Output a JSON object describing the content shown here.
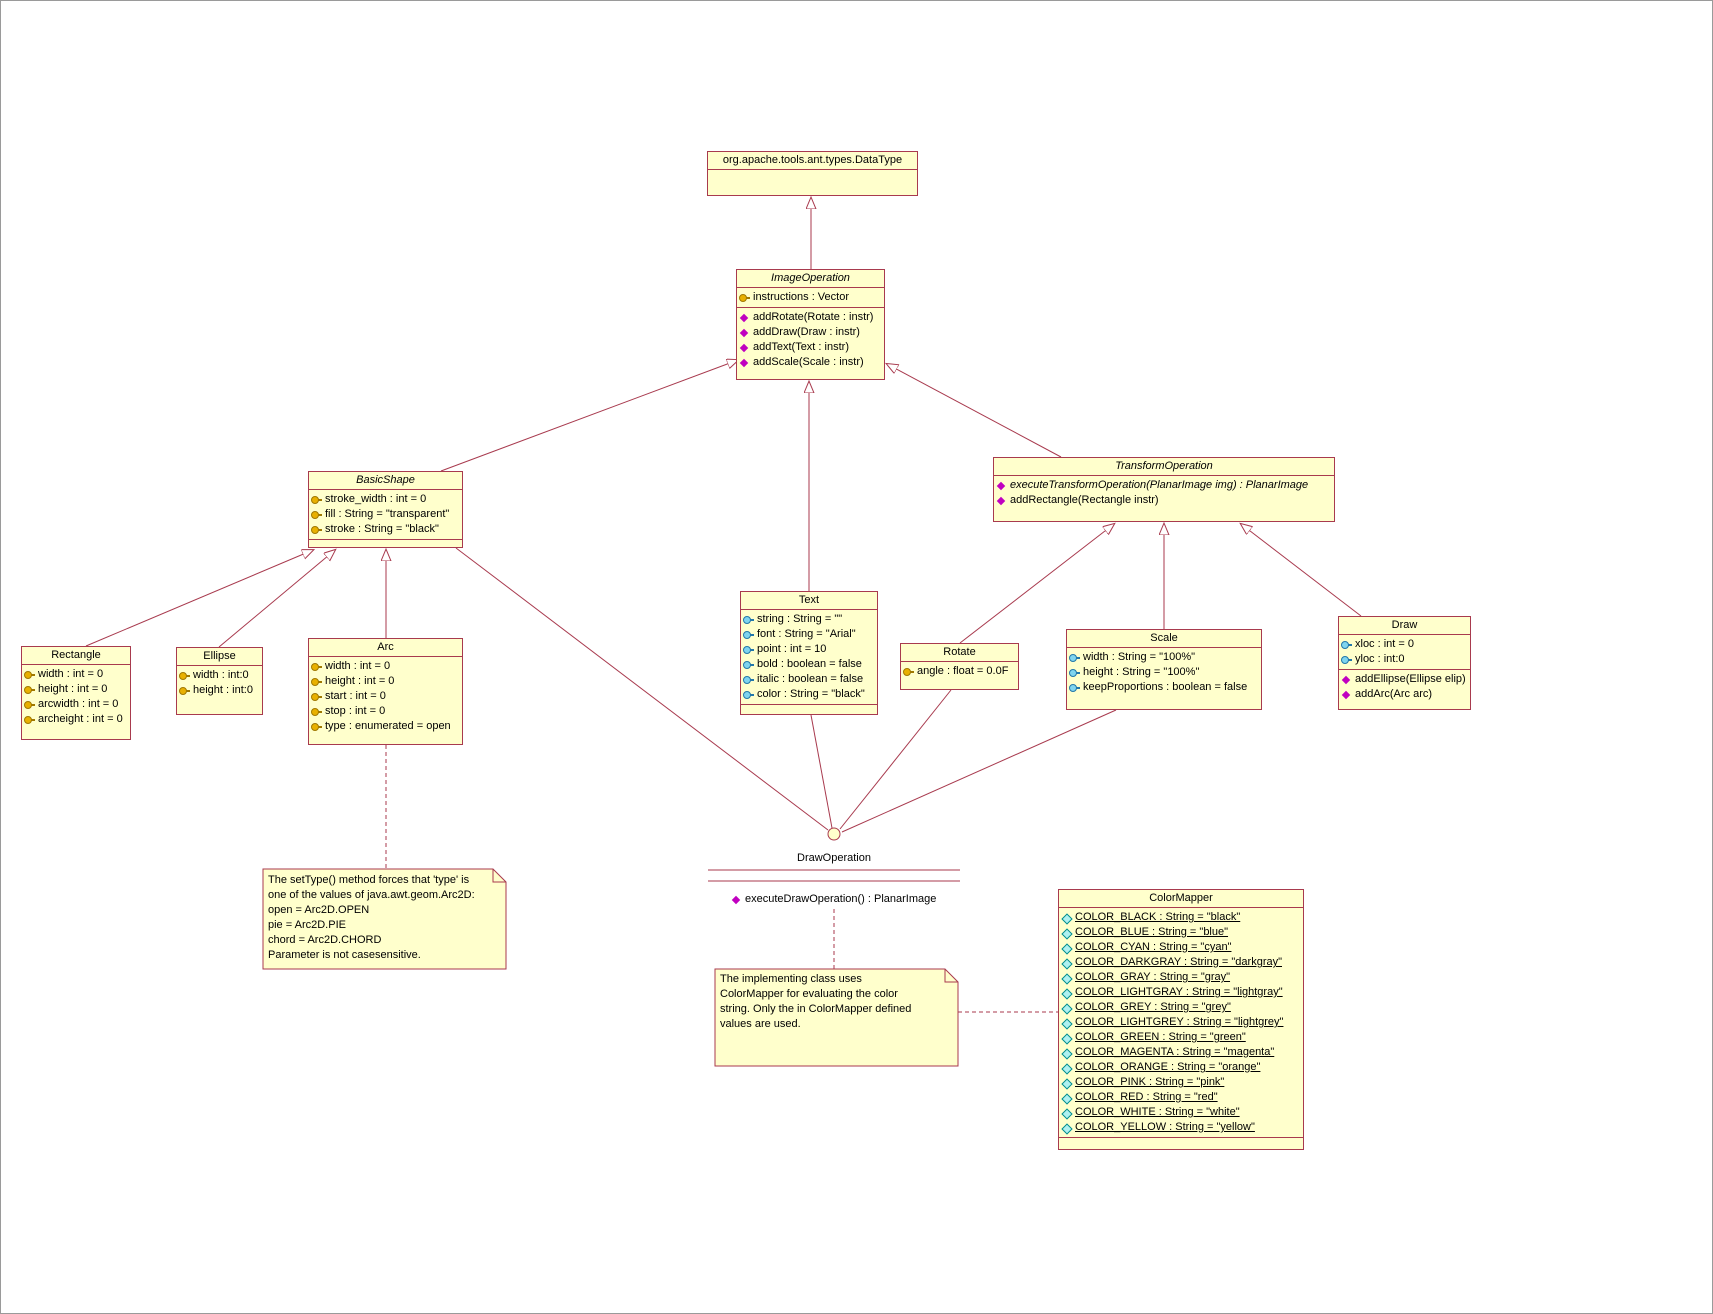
{
  "colors": {
    "box-fill": "#ffffcc",
    "box-border": "#a83a4e",
    "line": "#a83a4e",
    "text": "#000000",
    "attr-icon": "#e8b000",
    "pub-icon": "#7fd4ee",
    "op-icon": "#c000c0",
    "static-icon": "#aef0f0"
  },
  "classes": {
    "datatype": {
      "name": "org.apache.tools.ant.types.DataType"
    },
    "image_operation": {
      "name": "ImageOperation",
      "attributes": [
        {
          "icon": "attr",
          "text": "instructions : Vector"
        }
      ],
      "methods": [
        {
          "icon": "op",
          "text": "addRotate(Rotate : instr)"
        },
        {
          "icon": "op",
          "text": "addDraw(Draw : instr)"
        },
        {
          "icon": "op",
          "text": "addText(Text : instr)"
        },
        {
          "icon": "op",
          "text": "addScale(Scale : instr)"
        }
      ]
    },
    "basic_shape": {
      "name": "BasicShape",
      "attributes": [
        {
          "icon": "attr",
          "text": "stroke_width : int = 0"
        },
        {
          "icon": "attr",
          "text": "fill : String = \"transparent\""
        },
        {
          "icon": "attr",
          "text": "stroke : String = \"black\""
        }
      ]
    },
    "transform_operation": {
      "name": "TransformOperation",
      "methods": [
        {
          "icon": "op",
          "italic": true,
          "text": "executeTransformOperation(PlanarImage img) : PlanarImage"
        },
        {
          "icon": "op",
          "text": "addRectangle(Rectangle instr)"
        }
      ]
    },
    "rectangle": {
      "name": "Rectangle",
      "attributes": [
        {
          "icon": "attr",
          "text": "width : int = 0"
        },
        {
          "icon": "attr",
          "text": "height : int = 0"
        },
        {
          "icon": "attr",
          "text": "arcwidth : int = 0"
        },
        {
          "icon": "attr",
          "text": "archeight : int = 0"
        }
      ]
    },
    "ellipse": {
      "name": "Ellipse",
      "attributes": [
        {
          "icon": "attr",
          "text": "width : int:0"
        },
        {
          "icon": "attr",
          "text": "height : int:0"
        }
      ]
    },
    "arc": {
      "name": "Arc",
      "attributes": [
        {
          "icon": "attr",
          "text": "width : int = 0"
        },
        {
          "icon": "attr",
          "text": "height : int = 0"
        },
        {
          "icon": "attr",
          "text": "start : int = 0"
        },
        {
          "icon": "attr",
          "text": "stop : int = 0"
        },
        {
          "icon": "attr",
          "text": "type : enumerated = open"
        }
      ]
    },
    "text": {
      "name": "Text",
      "attributes": [
        {
          "icon": "pub",
          "text": "string : String = \"\""
        },
        {
          "icon": "pub",
          "text": "font : String = \"Arial\""
        },
        {
          "icon": "pub",
          "text": "point : int = 10"
        },
        {
          "icon": "pub",
          "text": "bold : boolean = false"
        },
        {
          "icon": "pub",
          "text": "italic : boolean = false"
        },
        {
          "icon": "pub",
          "text": "color : String = \"black\""
        }
      ]
    },
    "rotate": {
      "name": "Rotate",
      "attributes": [
        {
          "icon": "attr",
          "text": "angle : float = 0.0F"
        }
      ]
    },
    "scale": {
      "name": "Scale",
      "attributes": [
        {
          "icon": "pub",
          "text": "width : String = \"100%\""
        },
        {
          "icon": "pub",
          "text": "height : String = \"100%\""
        },
        {
          "icon": "pub",
          "text": "keepProportions : boolean = false"
        }
      ]
    },
    "draw": {
      "name": "Draw",
      "attributes": [
        {
          "icon": "pub",
          "text": "xloc : int = 0"
        },
        {
          "icon": "pub",
          "text": "yloc : int:0"
        }
      ],
      "methods": [
        {
          "icon": "op",
          "text": "addEllipse(Ellipse elip)"
        },
        {
          "icon": "op",
          "text": "addArc(Arc arc)"
        }
      ]
    },
    "color_mapper": {
      "name": "ColorMapper",
      "attributes": [
        {
          "icon": "static",
          "text": "COLOR_BLACK : String = \"black\""
        },
        {
          "icon": "static",
          "text": "COLOR_BLUE : String = \"blue\""
        },
        {
          "icon": "static",
          "text": "COLOR_CYAN : String = \"cyan\""
        },
        {
          "icon": "static",
          "text": "COLOR_DARKGRAY : String = \"darkgray\""
        },
        {
          "icon": "static",
          "text": "COLOR_GRAY : String = \"gray\""
        },
        {
          "icon": "static",
          "text": "COLOR_LIGHTGRAY : String = \"lightgray\""
        },
        {
          "icon": "static",
          "text": "COLOR_GREY : String = \"grey\""
        },
        {
          "icon": "static",
          "text": "COLOR_LIGHTGREY : String = \"lightgrey\""
        },
        {
          "icon": "static",
          "text": "COLOR_GREEN : String = \"green\""
        },
        {
          "icon": "static",
          "text": "COLOR_MAGENTA : String = \"magenta\""
        },
        {
          "icon": "static",
          "text": "COLOR_ORANGE : String = \"orange\""
        },
        {
          "icon": "static",
          "text": "COLOR_PINK : String = \"pink\""
        },
        {
          "icon": "static",
          "text": "COLOR_RED : String = \"red\""
        },
        {
          "icon": "static",
          "text": "COLOR_WHITE : String = \"white\""
        },
        {
          "icon": "static",
          "text": "COLOR_YELLOW : String = \"yellow\""
        }
      ]
    }
  },
  "interface": {
    "name": "DrawOperation",
    "methods": [
      {
        "icon": "op",
        "text": "executeDrawOperation() : PlanarImage"
      }
    ]
  },
  "notes": {
    "arc_note": {
      "lines": [
        "The setType() method forces that 'type' is",
        "one of the values of java.awt.geom.Arc2D:",
        "open = Arc2D.OPEN",
        "pie = Arc2D.PIE",
        "chord = Arc2D.CHORD",
        "Parameter is not casesensitive."
      ]
    },
    "colormapper_note": {
      "lines": [
        "The implementing class uses",
        "ColorMapper for evaluating the color",
        "string. Only the in ColorMapper defined",
        "values are used."
      ]
    }
  }
}
